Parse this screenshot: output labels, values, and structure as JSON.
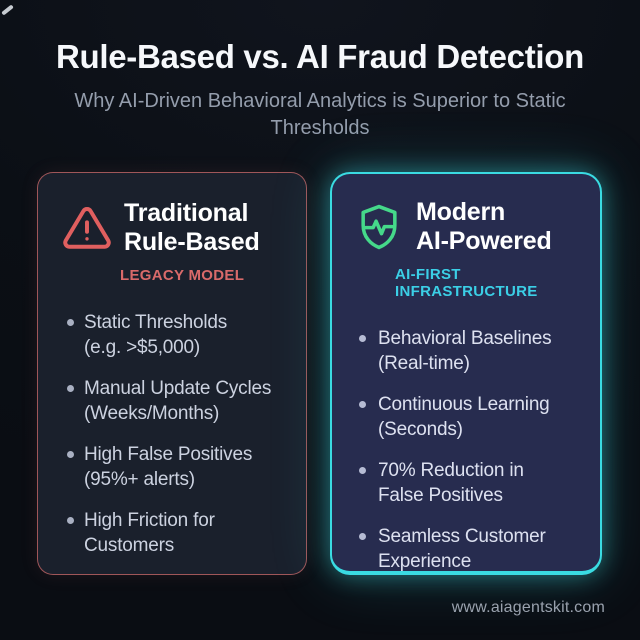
{
  "header": {
    "title": "Rule-Based vs. AI Fraud Detection",
    "subtitle": "Why AI-Driven Behavioral Analytics is Superior to Static Thresholds"
  },
  "cards": {
    "traditional": {
      "title_lines": [
        "Traditional",
        "Rule-Based"
      ],
      "label": "LEGACY MODEL",
      "icon": "warning-triangle-icon",
      "accent_color": "#d96a6a",
      "border_color": "#ce6868",
      "background_color": "#1a202c",
      "items": [
        [
          "Static Thresholds",
          "(e.g. >$5,000)"
        ],
        [
          "Manual Update Cycles",
          "(Weeks/Months)"
        ],
        [
          "High False Positives",
          "(95%+ alerts)"
        ],
        [
          "High Friction for",
          "Customers"
        ]
      ]
    },
    "modern": {
      "title_lines": [
        "Modern",
        "AI-Powered"
      ],
      "label": "AI-FIRST INFRASTRUCTURE",
      "icon": "shield-pulse-icon",
      "accent_color": "#3bcfe6",
      "border_color": "#3adbe2",
      "icon_color": "#45d98a",
      "background_color": "#272c4f",
      "items": [
        [
          "Behavioral Baselines",
          "(Real-time)"
        ],
        [
          "Continuous Learning",
          "(Seconds)"
        ],
        [
          "70% Reduction in",
          "False Positives"
        ],
        [
          "Seamless Customer",
          "Experience"
        ]
      ]
    }
  },
  "footer": {
    "url": "www.aiagentskit.com"
  },
  "colors": {
    "page_background": "#0b0f15",
    "title_text": "#f6f8fb",
    "subtitle_text": "#949dac",
    "list_text_left": "#ccd2e0",
    "list_text_right": "#dde1f0",
    "footer_text": "#9aa2ae"
  }
}
